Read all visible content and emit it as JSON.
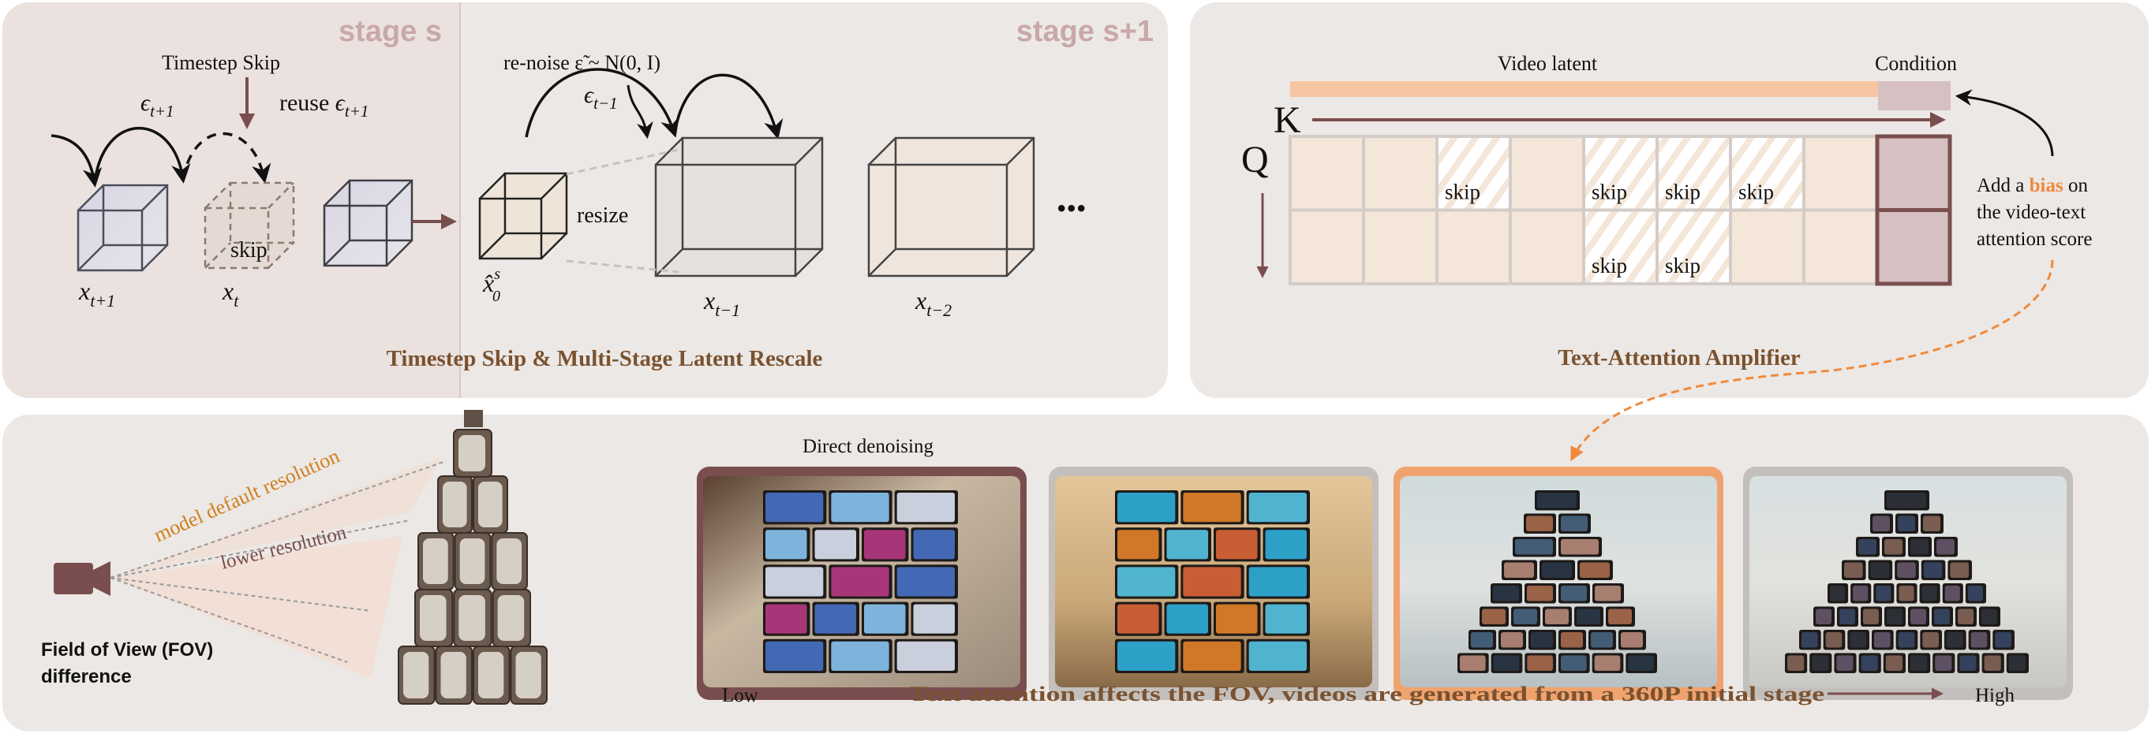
{
  "colors": {
    "panel_bg": "#ece8e5",
    "stage_s_bg": "#ebe2e0",
    "brown": "#7a4e4e",
    "title_brown": "#7a5230",
    "orange": "#f08a3c",
    "latent_bar": "#f6c6a3",
    "condition": "#d6c0c1",
    "cell": "#f4e6d8",
    "stage_label": "#c9a8a8"
  },
  "panel1": {
    "stage_s": "stage s",
    "stage_s1": "stage s+1",
    "timestep_skip": "Timestep Skip",
    "eps_t1": {
      "base": "ϵ",
      "sub": "t+1"
    },
    "reuse": {
      "prefix": "reuse ",
      "base": "ϵ",
      "sub": "t+1"
    },
    "renoise": "re-noise ε̃ ~ N(0, I)",
    "eps_tm1": {
      "base": "ϵ",
      "sub": "t−1"
    },
    "skip": "skip",
    "resize": "resize",
    "ellipsis": "•••",
    "labels": {
      "x_t1": {
        "base": "x",
        "sub": "t+1"
      },
      "x_t": {
        "base": "x",
        "sub": "t"
      },
      "x0hat": {
        "base": "x̂",
        "sub": "0",
        "sup": "s"
      },
      "x_tm1": {
        "base": "x",
        "sub": "t−1"
      },
      "x_tm2": {
        "base": "x",
        "sub": "t−2"
      }
    },
    "title": "Timestep Skip & Multi-Stage Latent Rescale"
  },
  "panel2": {
    "video_latent": "Video latent",
    "condition": "Condition",
    "k_label": "K",
    "q_label": "Q",
    "skip": "skip",
    "grid": {
      "columns": 8,
      "rows": 2,
      "skip_cells": [
        [
          0,
          2
        ],
        [
          0,
          4
        ],
        [
          0,
          5
        ],
        [
          0,
          6
        ],
        [
          1,
          4
        ],
        [
          1,
          5
        ]
      ]
    },
    "bias_note": {
      "line1_prefix": "Add a ",
      "bias": "bias",
      "line1_suffix": " on",
      "line2": "the video-text",
      "line3": "attention score"
    },
    "title": "Text-Attention Amplifier"
  },
  "panel3": {
    "model_default": "model default resolution",
    "lower_res": "lower resolution",
    "fov_line1": "Field of View (FOV)",
    "fov_line2": "difference",
    "direct_denoising": "Direct denoising",
    "low": "Low",
    "high": "High",
    "caption": "Text attention affects the FOV, videos are generated from a 360P initial stage",
    "images": [
      {
        "name": "direct-denoising-result",
        "border": "#7a4e4e"
      },
      {
        "name": "low-attention-result",
        "border": "#c3bfbc"
      },
      {
        "name": "amplified-attention-result",
        "border": "#f0a36e"
      },
      {
        "name": "high-attention-result",
        "border": "#c3bfbc"
      }
    ]
  }
}
